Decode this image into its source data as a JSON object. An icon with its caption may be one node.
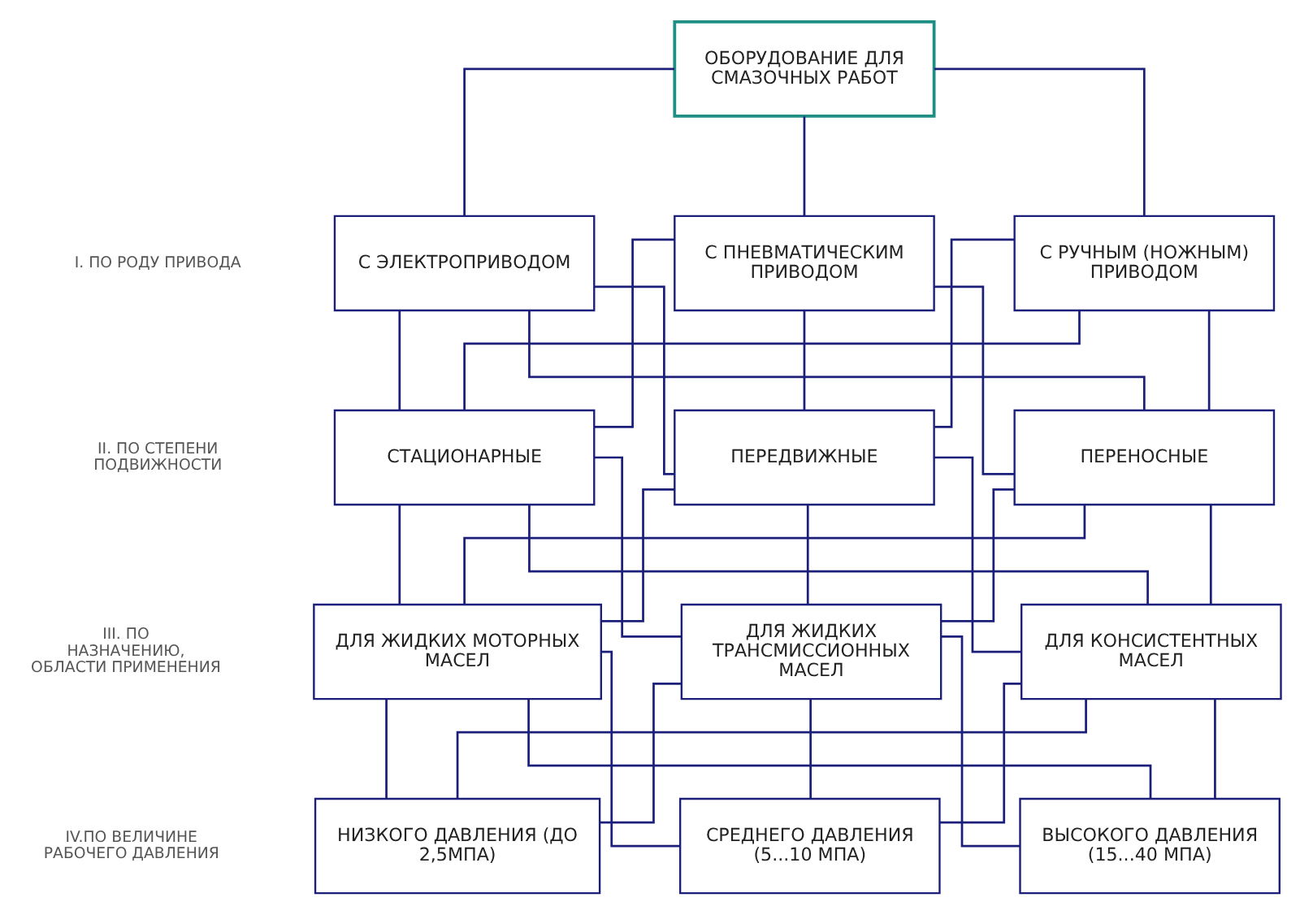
{
  "diagram": {
    "nodes": [
      {
        "text": [
          "ОБОРУДОВАНИЕ ДЛЯ СМАЗОЧНЫХ РАБОТ"
        ]
      },
      {
        "text": [
          "С ЭЛЕКТРОПРИВОДОМ"
        ]
      },
      {
        "text": [
          "С ПНЕВМАТИЧЕСКИМ ПРИВОДОМ"
        ]
      },
      {
        "text": [
          "С РУЧНЫМ (НОЖНЫМ) ПРИВОДОМ"
        ]
      },
      {
        "text": [
          "СТАЦИОНАРНЫЕ"
        ]
      },
      {
        "text": [
          "ПЕРЕДВИЖНЫЕ"
        ]
      },
      {
        "text": [
          "ПЕРЕНОСНЫЕ"
        ]
      },
      {
        "text": [
          "ДЛЯ ЖИДКИХ МОТОРНЫХ МАСЕЛ"
        ]
      },
      {
        "text": [
          "ДЛЯ ЖИДКИХ ТРАНСМИССИОННЫХ МАСЕЛ"
        ]
      },
      {
        "text": [
          "ДЛЯ КОНСИСТЕНТНЫХ МАСЕЛ"
        ]
      },
      {
        "text": [
          "НИЗКОГО ДАВЛЕНИЯ (ДО 2,5МПА)"
        ]
      },
      {
        "text": [
          "СРЕДНЕГО ДАВЛЕНИЯ (5...10 МПА)"
        ]
      },
      {
        "text": [
          "ВЫСОКОГО ДАВЛЕНИЯ (15...40 МПА)"
        ]
      }
    ],
    "edges": [
      {
        "from": 0,
        "to": 1,
        "arrow": "none"
      },
      {
        "from": 0,
        "to": 2,
        "arrow": "none"
      },
      {
        "from": 0,
        "to": 3,
        "arrow": "none"
      },
      {
        "from": 1,
        "to": 4,
        "arrow": "none"
      },
      {
        "from": 1,
        "to": 5,
        "arrow": "none"
      },
      {
        "from": 1,
        "to": 6,
        "arrow": "none"
      },
      {
        "from": 2,
        "to": 4,
        "arrow": "none"
      },
      {
        "from": 2,
        "to": 5,
        "arrow": "none"
      },
      {
        "from": 2,
        "to": 6,
        "arrow": "none"
      },
      {
        "from": 3,
        "to": 4,
        "arrow": "none"
      },
      {
        "from": 3,
        "to": 5,
        "arrow": "none"
      },
      {
        "from": 3,
        "to": 6,
        "arrow": "none"
      },
      {
        "from": 4,
        "to": 7,
        "arrow": "none"
      },
      {
        "from": 4,
        "to": 8,
        "arrow": "none"
      },
      {
        "from": 4,
        "to": 9,
        "arrow": "none"
      },
      {
        "from": 5,
        "to": 7,
        "arrow": "none"
      },
      {
        "from": 5,
        "to": 8,
        "arrow": "none"
      },
      {
        "from": 5,
        "to": 9,
        "arrow": "none"
      },
      {
        "from": 6,
        "to": 7,
        "arrow": "none"
      },
      {
        "from": 6,
        "to": 8,
        "arrow": "none"
      },
      {
        "from": 6,
        "to": 9,
        "arrow": "none"
      },
      {
        "from": 7,
        "to": 10,
        "arrow": "none"
      },
      {
        "from": 7,
        "to": 11,
        "arrow": "none"
      },
      {
        "from": 7,
        "to": 12,
        "arrow": "none"
      },
      {
        "from": 8,
        "to": 10,
        "arrow": "none"
      },
      {
        "from": 8,
        "to": 11,
        "arrow": "none"
      },
      {
        "from": 8,
        "to": 12,
        "arrow": "none"
      },
      {
        "from": 9,
        "to": 10,
        "arrow": "none"
      },
      {
        "from": 9,
        "to": 11,
        "arrow": "none"
      },
      {
        "from": 9,
        "to": 12,
        "arrow": "none"
      }
    ],
    "labels": [
      "I. ПО РОДУ ПРИВОДА",
      "II. ПО СТЕПЕНИ ПОДВИЖНОСТИ",
      "III. ПО НАЗНАЧЕНИЮ, ОБЛАСТИ ПРИМЕНЕНИЯ",
      "IV.ПО ВЕЛИЧИНЕ РАБОЧЕГО ДАВЛЕНИЯ"
    ]
  }
}
